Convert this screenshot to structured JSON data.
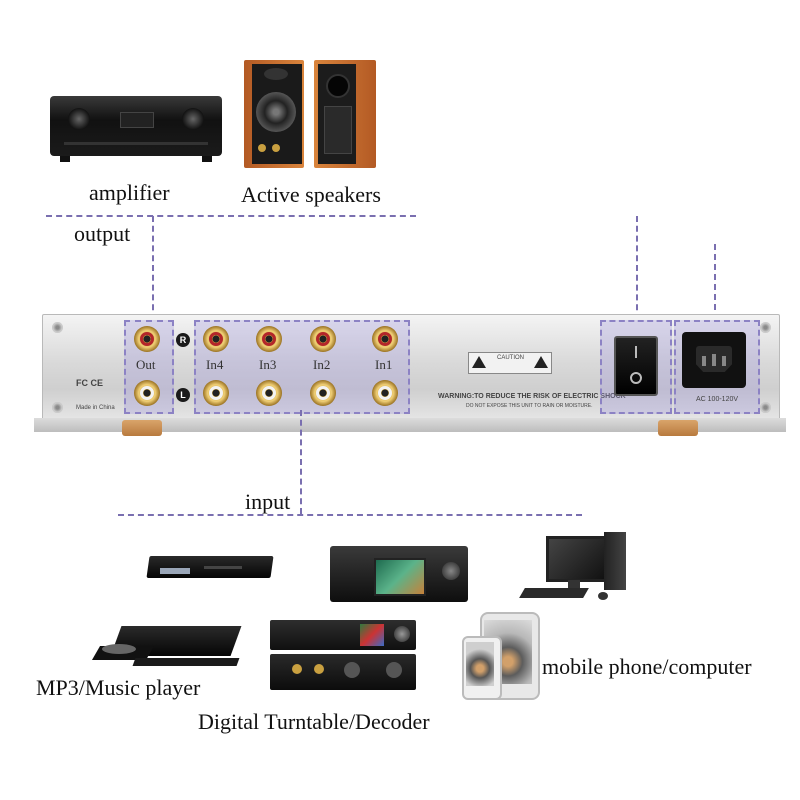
{
  "labels": {
    "amplifier": "amplifier",
    "active_speakers": "Active speakers",
    "output": "output",
    "input": "input",
    "mp3_player": "MP3/Music player",
    "turntable_decoder": "Digital Turntable/Decoder",
    "phone_computer": "mobile phone/computer"
  },
  "panel": {
    "out_label": "Out",
    "inputs": [
      "In4",
      "In3",
      "In2",
      "In1"
    ],
    "channel_r": "R",
    "channel_l": "L",
    "caution": "CAUTION",
    "warning": "WARNING:TO REDUCE THE RISK OF ELECTRIC SHOCK",
    "warning_sub": "DO NOT EXPOSE THIS UNIT TO RAIN OR MOISTURE.",
    "cert": "FC CE",
    "made_in": "Made in China",
    "voltage": "AC 100-120V"
  },
  "colors": {
    "zone_fill": "#968cdc",
    "zone_border": "#8c82c4",
    "dash_line": "#7a6fb0"
  }
}
